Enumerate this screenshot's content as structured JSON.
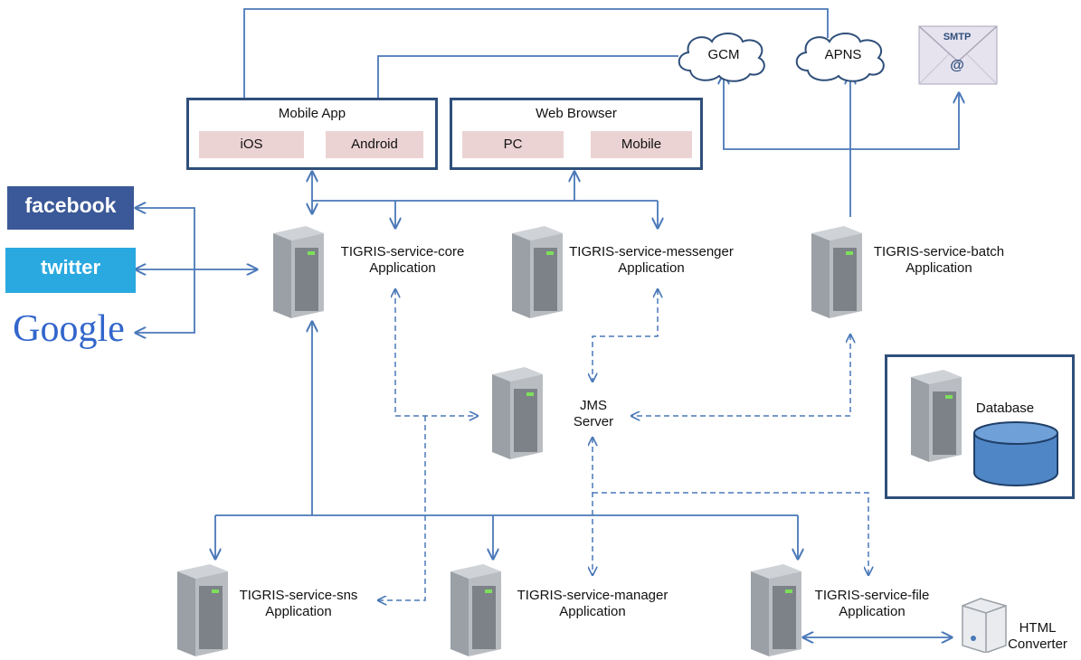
{
  "mobile_app": {
    "title": "Mobile App",
    "items": [
      "iOS",
      "Android"
    ]
  },
  "web_browser": {
    "title": "Web Browser",
    "items": [
      "PC",
      "Mobile"
    ]
  },
  "clouds": {
    "gcm": "GCM",
    "apns": "APNS"
  },
  "smtp": {
    "label": "SMTP",
    "at": "@"
  },
  "social": {
    "facebook": "facebook",
    "twitter": "twitter",
    "google": "Google"
  },
  "servers": {
    "core": {
      "name": "TIGRIS-service-core",
      "sub": "Application"
    },
    "messenger": {
      "name": "TIGRIS-service-messenger",
      "sub": "Application"
    },
    "batch": {
      "name": "TIGRIS-service-batch",
      "sub": "Application"
    },
    "jms": {
      "name": "JMS",
      "sub": "Server"
    },
    "sns": {
      "name": "TIGRIS-service-sns",
      "sub": "Application"
    },
    "manager": {
      "name": "TIGRIS-service-manager",
      "sub": "Application"
    },
    "file": {
      "name": "TIGRIS-service-file",
      "sub": "Application"
    }
  },
  "database": {
    "label": "Database"
  },
  "html_converter": {
    "line1": "HTML",
    "line2": "Converter"
  },
  "colors": {
    "line": "#4a78b8",
    "box_border": "#2f4f7a",
    "pill": "#ecd3d3",
    "db": "#4f86c6"
  }
}
